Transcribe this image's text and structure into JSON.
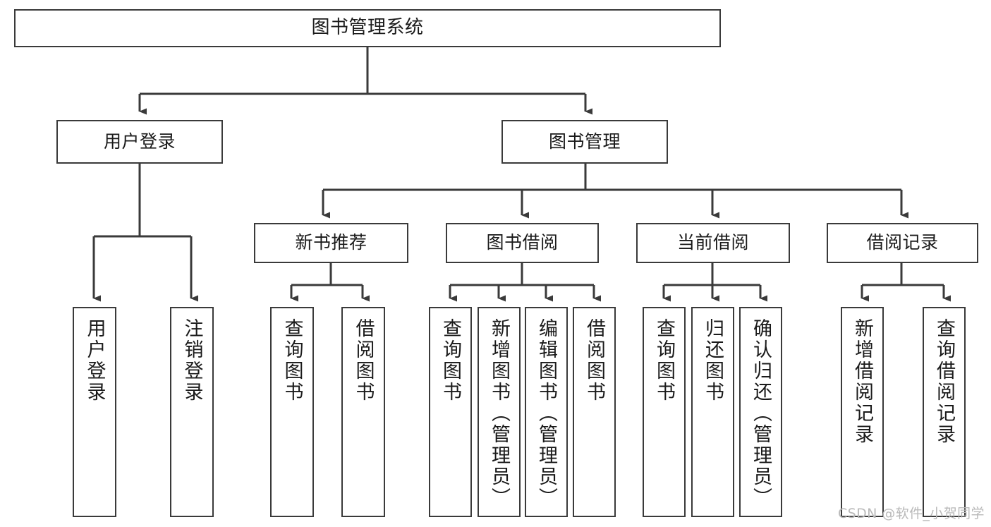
{
  "diagram": {
    "title": "图书管理系统",
    "root": {
      "id": "root",
      "label": "图书管理系统"
    },
    "level2": [
      {
        "id": "user-login",
        "label": "用户登录"
      },
      {
        "id": "book-manage",
        "label": "图书管理"
      }
    ],
    "level3": [
      {
        "id": "new-book-recommend",
        "label": "新书推荐"
      },
      {
        "id": "book-borrow",
        "label": "图书借阅"
      },
      {
        "id": "current-borrow",
        "label": "当前借阅"
      },
      {
        "id": "borrow-record",
        "label": "借阅记录"
      }
    ],
    "leaves": {
      "user_login": [
        {
          "id": "leaf-user-login",
          "label": "用户登录"
        },
        {
          "id": "leaf-logout-login",
          "label": "注销登录"
        }
      ],
      "new_book_recommend": [
        {
          "id": "leaf-query-book-1",
          "label": "查询图书"
        },
        {
          "id": "leaf-borrow-book-1",
          "label": "借阅图书"
        }
      ],
      "book_borrow": [
        {
          "id": "leaf-query-book-2",
          "label": "查询图书"
        },
        {
          "id": "leaf-add-book",
          "label": "新增图书（管理员）"
        },
        {
          "id": "leaf-edit-book",
          "label": "编辑图书（管理员）"
        },
        {
          "id": "leaf-borrow-book-2",
          "label": "借阅图书"
        }
      ],
      "current_borrow": [
        {
          "id": "leaf-query-book-3",
          "label": "查询图书"
        },
        {
          "id": "leaf-return-book",
          "label": "归还图书"
        },
        {
          "id": "leaf-confirm-return",
          "label": "确认归还（管理员）"
        }
      ],
      "borrow_record": [
        {
          "id": "leaf-add-record",
          "label": "新增借阅记录"
        },
        {
          "id": "leaf-query-record",
          "label": "查询借阅记录"
        }
      ]
    },
    "colors": {
      "box_border": "#3a3a3a",
      "box_fill": "#ffffff",
      "connector": "#3a3a3a",
      "text": "#1a1a1a",
      "watermark": "#b9b9b9"
    }
  },
  "watermark": {
    "text": "CSDN @软件_小贺同学"
  }
}
